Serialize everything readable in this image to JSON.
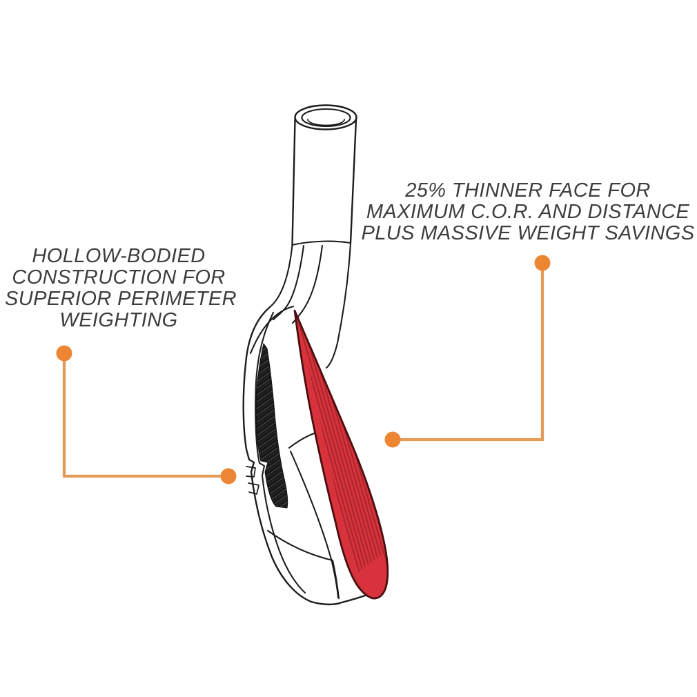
{
  "colors": {
    "ink": "#1c1c1c",
    "text_gray": "#3d3d3d",
    "accent_orange": "#ED8633",
    "accent_line": "#E19A58",
    "face_red": "#D8333C",
    "face_red_stripe": "#A8242B",
    "face_outline": "#4a0d10",
    "cavity_fill": "#181818",
    "cavity_scratch": "#4f4f4f"
  },
  "annotations": {
    "left": {
      "lines": [
        "HOLLOW-BODIED",
        "CONSTRUCTION FOR",
        "SUPERIOR PERIMETER",
        "WEIGHTING"
      ]
    },
    "right": {
      "lines": [
        "25% THINNER FACE FOR",
        "MAXIMUM C.O.R. AND DISTANCE",
        "PLUS MASSIVE WEIGHT SAVINGS"
      ]
    }
  }
}
